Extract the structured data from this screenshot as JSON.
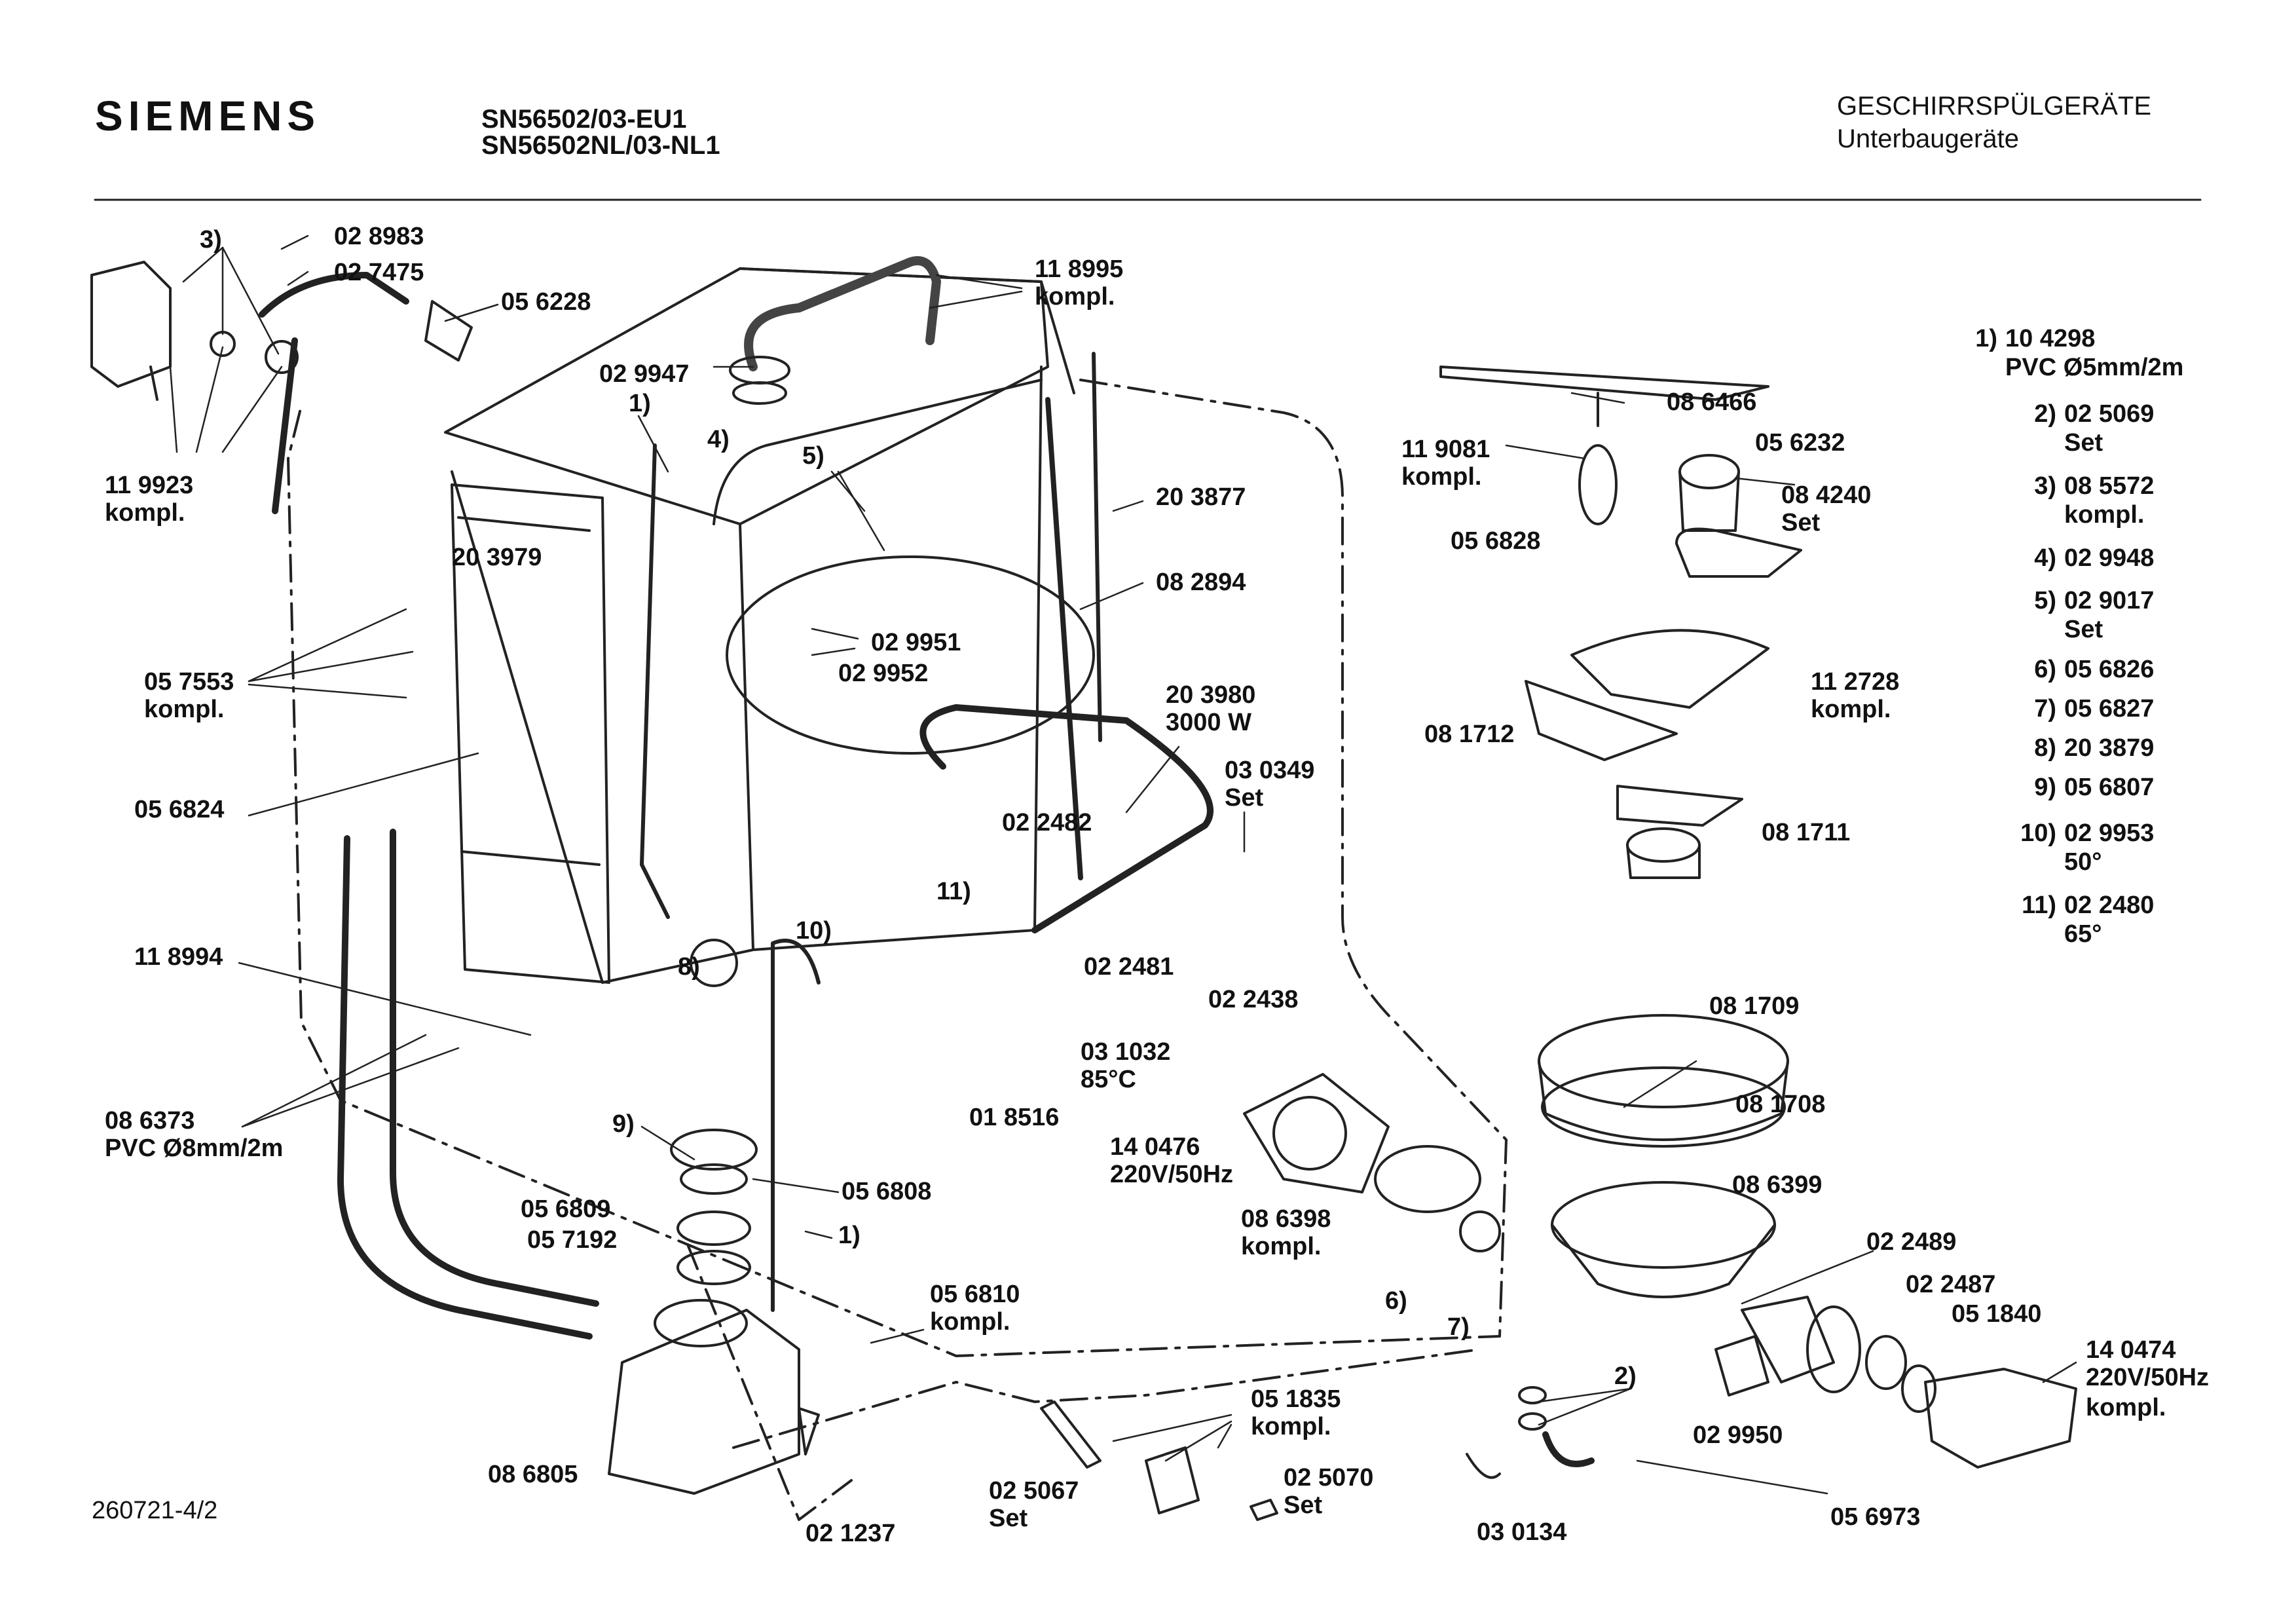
{
  "header": {
    "brand": "SIEMENS",
    "model_1": "SN56502/03-EU1",
    "model_2": "SN56502NL/03-NL1",
    "category_1": "GESCHIRRSPÜLGERÄTE",
    "category_2": "Unterbaugeräte",
    "document_number": "260721-4/2"
  },
  "part_labels": [
    {
      "id": "p1",
      "line1": "02 8983",
      "line2": ""
    },
    {
      "id": "p2",
      "line1": "02 7475",
      "line2": ""
    },
    {
      "id": "p3",
      "line1": "05 6228",
      "line2": ""
    },
    {
      "id": "p4",
      "line1": "3)",
      "line2": ""
    },
    {
      "id": "p5",
      "line1": "11 9923",
      "line2": "kompl."
    },
    {
      "id": "p6",
      "line1": "11 8995",
      "line2": "kompl."
    },
    {
      "id": "p7",
      "line1": "02 9947",
      "line2": ""
    },
    {
      "id": "p8",
      "line1": "1)",
      "line2": ""
    },
    {
      "id": "p9",
      "line1": "4)",
      "line2": ""
    },
    {
      "id": "p10",
      "line1": "5)",
      "line2": ""
    },
    {
      "id": "p11",
      "line1": "20 3877",
      "line2": ""
    },
    {
      "id": "p12",
      "line1": "20 3979",
      "line2": ""
    },
    {
      "id": "p13",
      "line1": "08 2894",
      "line2": ""
    },
    {
      "id": "p14",
      "line1": "02 9951",
      "line2": ""
    },
    {
      "id": "p15",
      "line1": "02 9952",
      "line2": ""
    },
    {
      "id": "p16",
      "line1": "05 7553",
      "line2": "kompl."
    },
    {
      "id": "p17",
      "line1": "20 3980",
      "line2": "3000 W"
    },
    {
      "id": "p18",
      "line1": "05 6824",
      "line2": ""
    },
    {
      "id": "p19",
      "line1": "03 0349",
      "line2": "Set"
    },
    {
      "id": "p20",
      "line1": "02 2482",
      "line2": ""
    },
    {
      "id": "p21",
      "line1": "11)",
      "line2": ""
    },
    {
      "id": "p22",
      "line1": "10)",
      "line2": ""
    },
    {
      "id": "p23",
      "line1": "8)",
      "line2": ""
    },
    {
      "id": "p24",
      "line1": "11 8994",
      "line2": ""
    },
    {
      "id": "p25",
      "line1": "02 2481",
      "line2": ""
    },
    {
      "id": "p26",
      "line1": "02 2438",
      "line2": ""
    },
    {
      "id": "p27",
      "line1": "03 1032",
      "line2": "85°C"
    },
    {
      "id": "p28",
      "line1": "01 8516",
      "line2": ""
    },
    {
      "id": "p29",
      "line1": "08 6373",
      "line2": "PVC Ø8mm/2m"
    },
    {
      "id": "p30",
      "line1": "9)",
      "line2": ""
    },
    {
      "id": "p31",
      "line1": "05 6808",
      "line2": ""
    },
    {
      "id": "p32",
      "line1": "05 6809",
      "line2": ""
    },
    {
      "id": "p33",
      "line1": "05 7192",
      "line2": ""
    },
    {
      "id": "p34",
      "line1": "1)",
      "line2": ""
    },
    {
      "id": "p35",
      "line1": "14 0476",
      "line2": "220V/50Hz"
    },
    {
      "id": "p36",
      "line1": "08 6398",
      "line2": "kompl."
    },
    {
      "id": "p37",
      "line1": "05 6810",
      "line2": "kompl."
    },
    {
      "id": "p38",
      "line1": "6)",
      "line2": ""
    },
    {
      "id": "p39",
      "line1": "7)",
      "line2": ""
    },
    {
      "id": "p40",
      "line1": "08 6805",
      "line2": ""
    },
    {
      "id": "p41",
      "line1": "02 1237",
      "line2": ""
    },
    {
      "id": "p42",
      "line1": "05 1835",
      "line2": "kompl."
    },
    {
      "id": "p43",
      "line1": "02 5067",
      "line2": "Set"
    },
    {
      "id": "p44",
      "line1": "02 5070",
      "line2": "Set"
    },
    {
      "id": "p45",
      "line1": "11 9081",
      "line2": "kompl."
    },
    {
      "id": "p46",
      "line1": "08 6466",
      "line2": ""
    },
    {
      "id": "p47",
      "line1": "05 6232",
      "line2": ""
    },
    {
      "id": "p48",
      "line1": "08 4240",
      "line2": "Set"
    },
    {
      "id": "p49",
      "line1": "05 6828",
      "line2": ""
    },
    {
      "id": "p50",
      "line1": "11 2728",
      "line2": "kompl."
    },
    {
      "id": "p51",
      "line1": "08 1712",
      "line2": ""
    },
    {
      "id": "p52",
      "line1": "08 1711",
      "line2": ""
    },
    {
      "id": "p53",
      "line1": "08 1709",
      "line2": ""
    },
    {
      "id": "p54",
      "line1": "08 1708",
      "line2": ""
    },
    {
      "id": "p55",
      "line1": "08 6399",
      "line2": ""
    },
    {
      "id": "p56",
      "line1": "02 2489",
      "line2": ""
    },
    {
      "id": "p57",
      "line1": "02 2487",
      "line2": ""
    },
    {
      "id": "p58",
      "line1": "05 1840",
      "line2": ""
    },
    {
      "id": "p59",
      "line1": "14 0474",
      "line2": "220V/50Hz"
    },
    {
      "id": "p60",
      "line1": "kompl.",
      "line2": ""
    },
    {
      "id": "p61",
      "line1": "2)",
      "line2": ""
    },
    {
      "id": "p62",
      "line1": "02 9950",
      "line2": ""
    },
    {
      "id": "p63",
      "line1": "03 0134",
      "line2": ""
    },
    {
      "id": "p64",
      "line1": "05 6973",
      "line2": ""
    }
  ],
  "legend_notes": [
    {
      "index": "1)",
      "part": "10 4298",
      "detail": "PVC Ø5mm/2m"
    },
    {
      "index": "2)",
      "part": "02 5069",
      "detail": "Set"
    },
    {
      "index": "3)",
      "part": "08 5572",
      "detail": "kompl."
    },
    {
      "index": "4)",
      "part": "02 9948",
      "detail": ""
    },
    {
      "index": "5)",
      "part": "02 9017",
      "detail": "Set"
    },
    {
      "index": "6)",
      "part": "05 6826",
      "detail": ""
    },
    {
      "index": "7)",
      "part": "05 6827",
      "detail": ""
    },
    {
      "index": "8)",
      "part": "20 3879",
      "detail": ""
    },
    {
      "index": "9)",
      "part": "05 6807",
      "detail": ""
    },
    {
      "index": "10)",
      "part": "02 9953",
      "detail": "50°"
    },
    {
      "index": "11)",
      "part": "02 2480",
      "detail": "65°"
    }
  ]
}
